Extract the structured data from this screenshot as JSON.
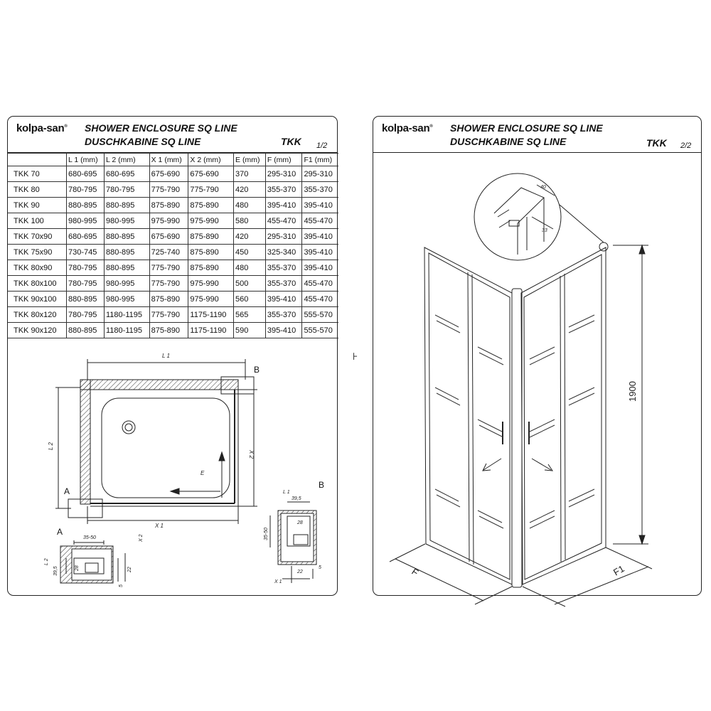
{
  "brand": "kolpa-san",
  "trademark": "®",
  "title_line1": "SHOWER ENCLOSURE SQ LINE",
  "title_line2": "DUSCHKABINE  SQ LINE",
  "model": "TKK",
  "page1": "1/2",
  "page2": "2/2",
  "table": {
    "headers": [
      "",
      "L 1  (mm)",
      "L 2  (mm)",
      "X 1  (mm)",
      "X 2  (mm)",
      "E (mm)",
      "F (mm)",
      "F1 (mm)"
    ],
    "rows": [
      [
        "TKK 70",
        "680-695",
        "680-695",
        "675-690",
        "675-690",
        "370",
        "295-310",
        "295-310"
      ],
      [
        "TKK 80",
        "780-795",
        "780-795",
        "775-790",
        "775-790",
        "420",
        "355-370",
        "355-370"
      ],
      [
        "TKK 90",
        "880-895",
        "880-895",
        "875-890",
        "875-890",
        "480",
        "395-410",
        "395-410"
      ],
      [
        "TKK 100",
        "980-995",
        "980-995",
        "975-990",
        "975-990",
        "580",
        "455-470",
        "455-470"
      ],
      [
        "TKK 70x90",
        "680-695",
        "880-895",
        "675-690",
        "875-890",
        "420",
        "295-310",
        "395-410"
      ],
      [
        "TKK 75x90",
        "730-745",
        "880-895",
        "725-740",
        "875-890",
        "450",
        "325-340",
        "395-410"
      ],
      [
        "TKK 80x90",
        "780-795",
        "880-895",
        "775-790",
        "875-890",
        "480",
        "355-370",
        "395-410"
      ],
      [
        "TKK 80x100",
        "780-795",
        "980-995",
        "775-790",
        "975-990",
        "500",
        "355-370",
        "455-470"
      ],
      [
        "TKK 90x100",
        "880-895",
        "980-995",
        "875-890",
        "975-990",
        "560",
        "395-410",
        "455-470"
      ],
      [
        "TKK 80x120",
        "780-795",
        "1180-1195",
        "775-790",
        "1175-1190",
        "565",
        "355-370",
        "555-570"
      ],
      [
        "TKK 90x120",
        "880-895",
        "1180-1195",
        "875-890",
        "1175-1190",
        "590",
        "395-410",
        "555-570"
      ]
    ]
  },
  "plan": {
    "l1": "L 1",
    "l2": "L 2",
    "x1": "X 1",
    "x2": "X 2",
    "e": "E",
    "marker_a": "A",
    "marker_b": "B"
  },
  "detail_a": {
    "title": "A",
    "dim_35_50": "35-50",
    "l2": "L 2",
    "x2": "X 2",
    "dim_39_5": "39,5",
    "dim_28": "28",
    "dim_22": "22",
    "dim_5": "5"
  },
  "detail_b": {
    "title": "B",
    "l1": "L 1",
    "dim_39_5": "39,5",
    "dim_28": "28",
    "dim_35_50": "35-50",
    "dim_22": "22",
    "dim_5": "5",
    "x1": "X 1"
  },
  "elevation": {
    "height": "1900",
    "f": "F",
    "f1": "F1",
    "profile_40": "40",
    "profile_33": "33"
  },
  "separator_mark": "⊦"
}
